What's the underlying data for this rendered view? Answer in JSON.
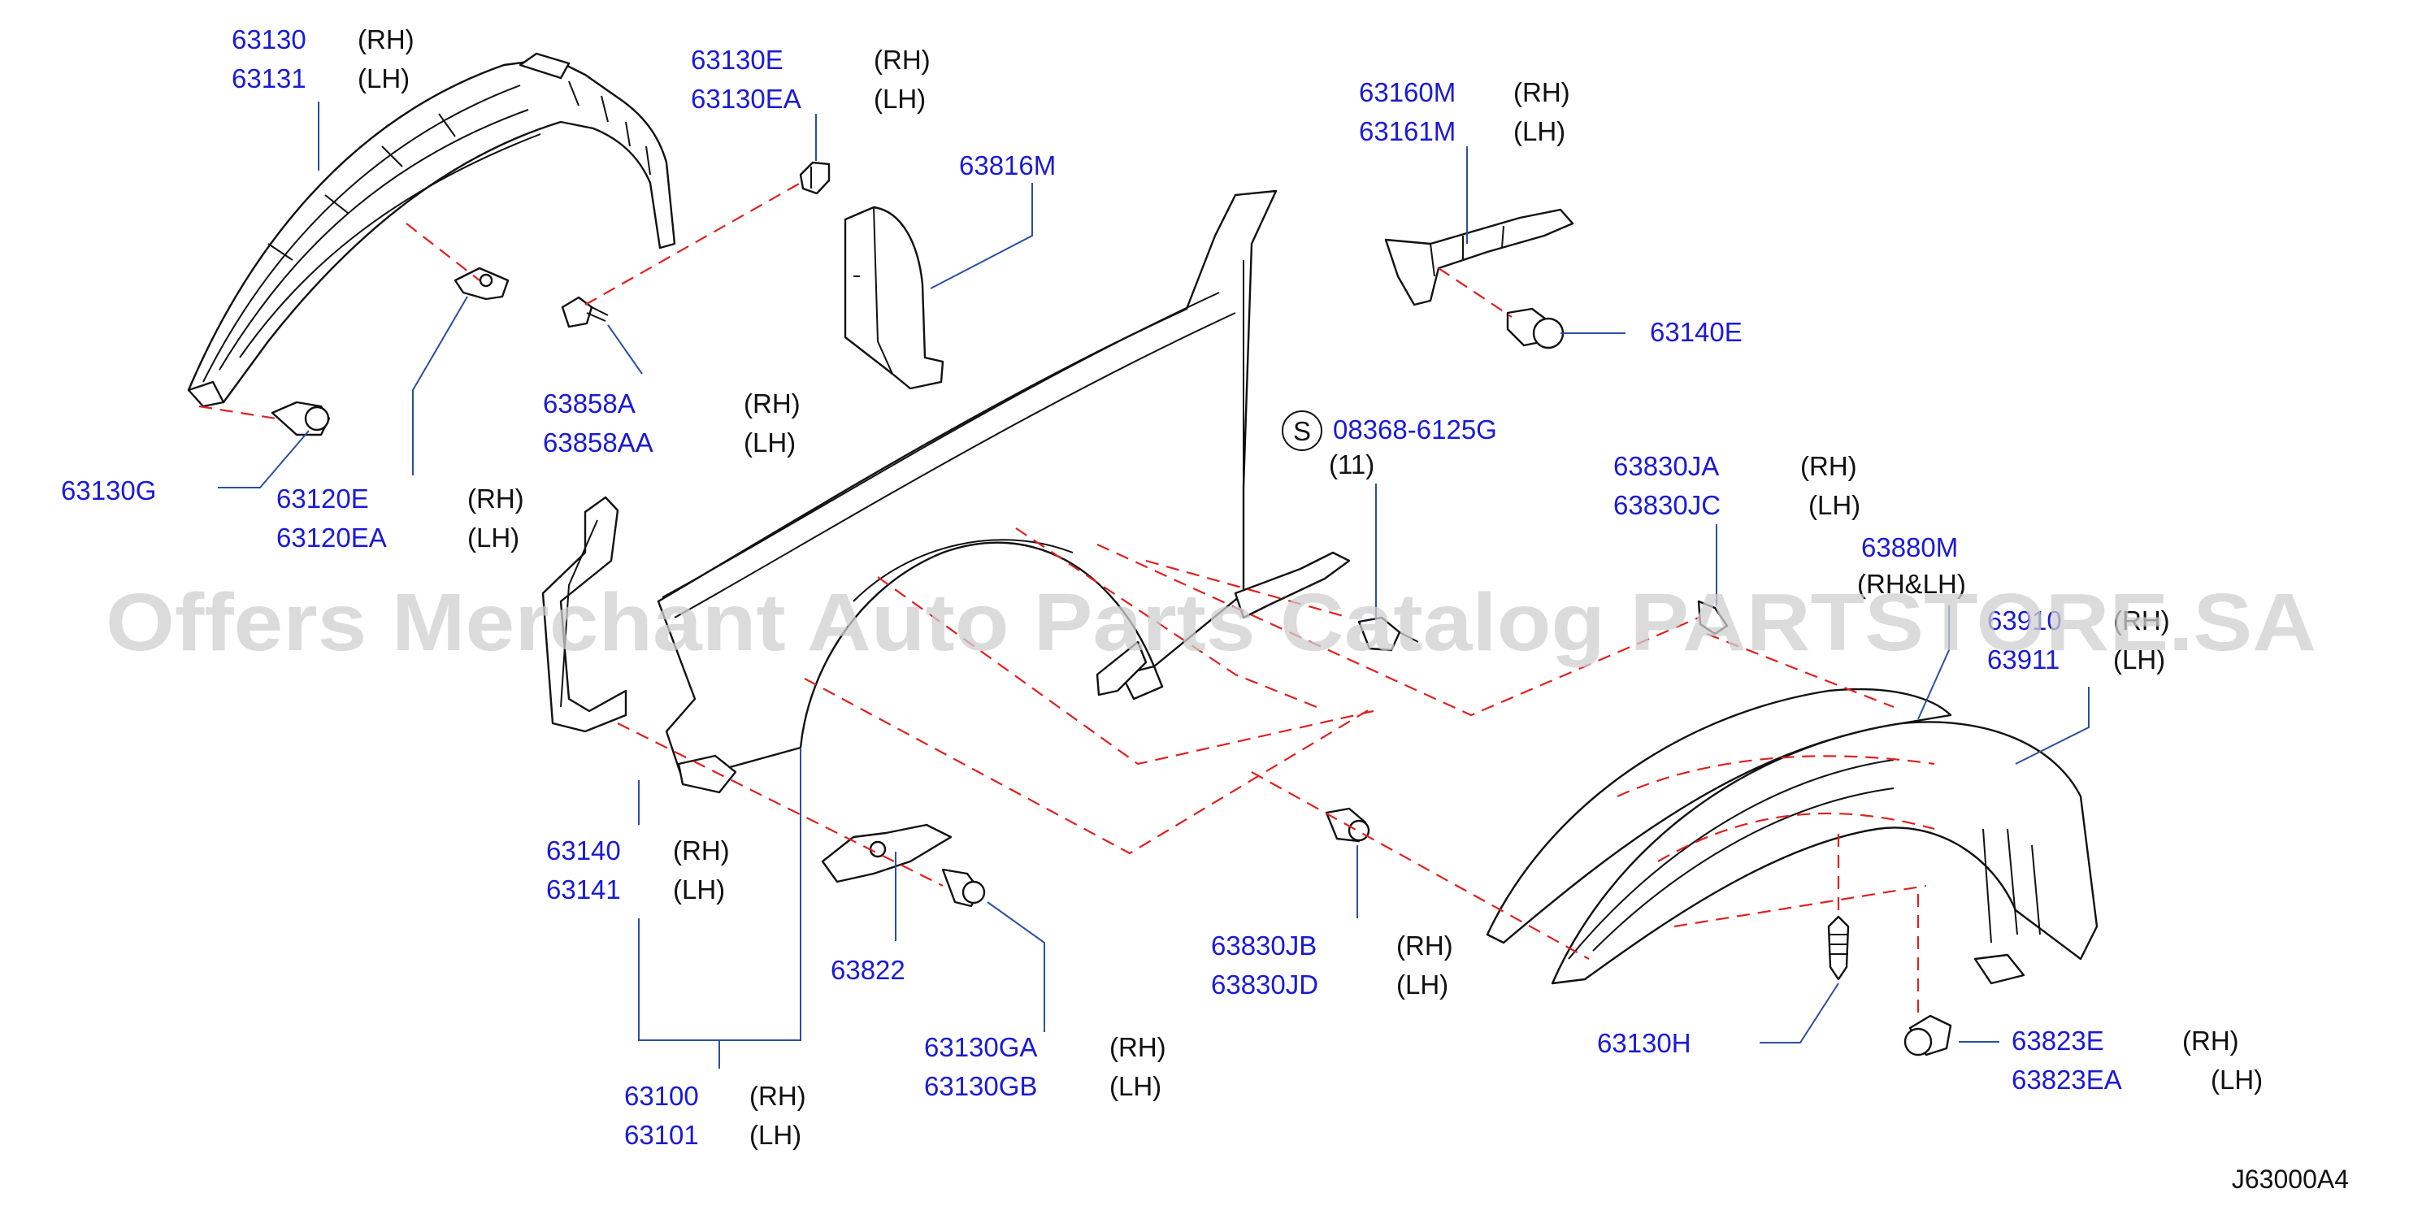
{
  "callouts": [
    {
      "part": "63130",
      "side": "(RH)"
    },
    {
      "part": "63131",
      "side": "(LH)"
    },
    {
      "part": "63130E",
      "side": "(RH)"
    },
    {
      "part": "63130EA",
      "side": "(LH)"
    },
    {
      "part": "63816M",
      "side": ""
    },
    {
      "part": "63160M",
      "side": "(RH)"
    },
    {
      "part": "63161M",
      "side": "(LH)"
    },
    {
      "part": "63140E",
      "side": ""
    },
    {
      "part": "63858A",
      "side": "(RH)"
    },
    {
      "part": "63858AA",
      "side": "(LH)"
    },
    {
      "part": "08368-6125G",
      "side": ""
    },
    {
      "part": "",
      "side": "(11)"
    },
    {
      "part": "63130G",
      "side": ""
    },
    {
      "part": "63120E",
      "side": "(RH)"
    },
    {
      "part": "63120EA",
      "side": "(LH)"
    },
    {
      "part": "63830JA",
      "side": "(RH)"
    },
    {
      "part": "63830JC",
      "side": "(LH)"
    },
    {
      "part": "63880M",
      "side": ""
    },
    {
      "part": "",
      "side": "(RH&LH)"
    },
    {
      "part": "63910",
      "side": "(RH)"
    },
    {
      "part": "63911",
      "side": "(LH)"
    },
    {
      "part": "63140",
      "side": "(RH)"
    },
    {
      "part": "63141",
      "side": "(LH)"
    },
    {
      "part": "63822",
      "side": ""
    },
    {
      "part": "63830JB",
      "side": "(RH)"
    },
    {
      "part": "63830JD",
      "side": "(LH)"
    },
    {
      "part": "63130GA",
      "side": "(RH)"
    },
    {
      "part": "63130GB",
      "side": "(LH)"
    },
    {
      "part": "63130H",
      "side": ""
    },
    {
      "part": "63823E",
      "side": "(RH)"
    },
    {
      "part": "63823EA",
      "side": "(LH)"
    },
    {
      "part": "63100",
      "side": "(RH)"
    },
    {
      "part": "63101",
      "side": "(LH)"
    }
  ],
  "screw_symbol": "S",
  "diagram_code": "J63000A4",
  "watermark": "Offers Merchant Auto Parts Catalog PARTSTORE.SA",
  "colors": {
    "part_number": "#1a1ad6",
    "leader": "#2b4fa0",
    "assembly_dash": "#e02020",
    "watermark": "#cfcfcf"
  }
}
